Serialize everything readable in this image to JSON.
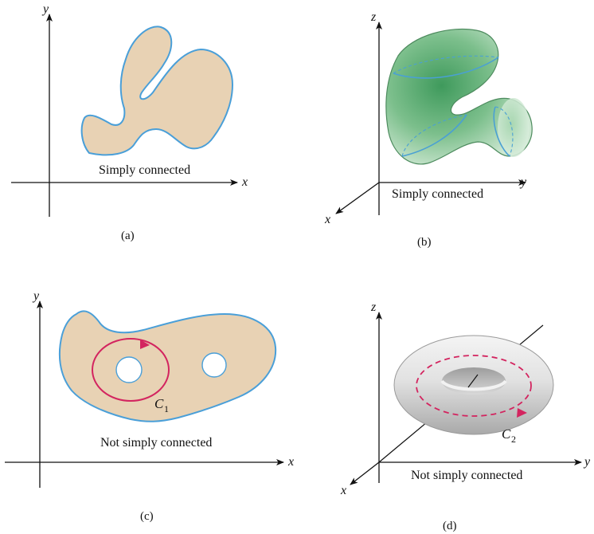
{
  "colors": {
    "region_fill": "#e8d2b4",
    "region_stroke": "#4a9fd8",
    "solid_green": "#8cc89a",
    "solid_green_dark": "#3f9a5c",
    "torus_gray": "#cfcfcf",
    "curve_magenta": "#d3245f",
    "axis": "#111111"
  },
  "panels": [
    {
      "id": "a",
      "label": "(a)",
      "caption": "Simply connected",
      "axes": [
        "x",
        "y"
      ]
    },
    {
      "id": "b",
      "label": "(b)",
      "caption": "Simply connected",
      "axes": [
        "x",
        "y",
        "z"
      ]
    },
    {
      "id": "c",
      "label": "(c)",
      "caption": "Not simply connected",
      "axes": [
        "x",
        "y"
      ],
      "curve": {
        "name": "C",
        "sub": "1"
      }
    },
    {
      "id": "d",
      "label": "(d)",
      "caption": "Not simply connected",
      "axes": [
        "x",
        "y",
        "z"
      ],
      "curve": {
        "name": "C",
        "sub": "2"
      }
    }
  ]
}
